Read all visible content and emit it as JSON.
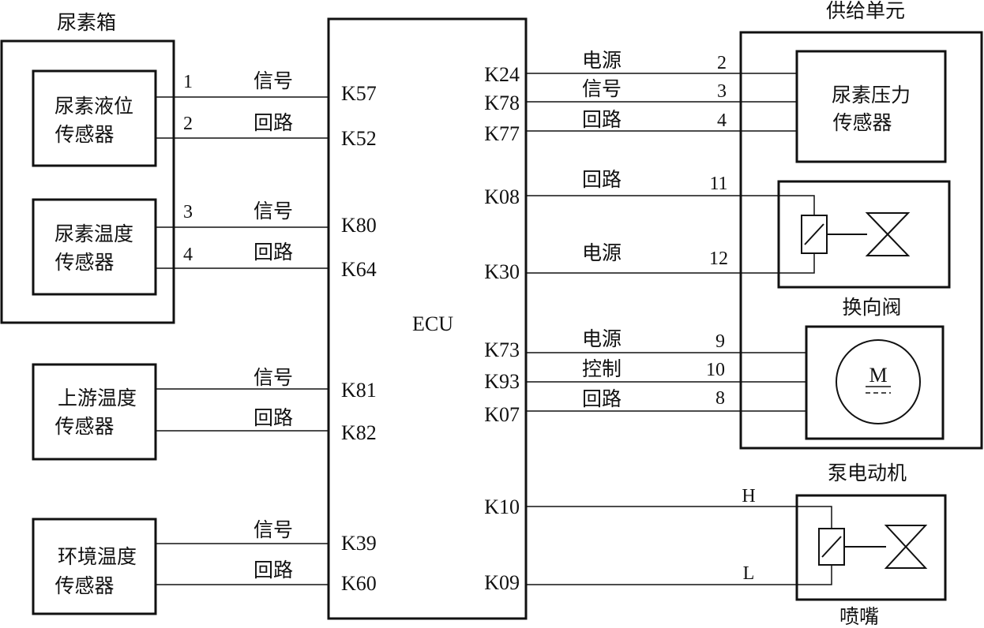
{
  "urea_tank": {
    "title": "尿素箱",
    "level_sensor": [
      "尿素液位",
      "传感器"
    ],
    "temp_sensor": [
      "尿素温度",
      "传感器"
    ]
  },
  "upstream_sensor": [
    "上游温度",
    "传感器"
  ],
  "ambient_sensor": [
    "环境温度",
    "传感器"
  ],
  "ecu": {
    "label": "ECU"
  },
  "left_wires": [
    {
      "num": "1",
      "name": "信号",
      "pin": "K57"
    },
    {
      "num": "2",
      "name": "回路",
      "pin": "K52"
    },
    {
      "num": "3",
      "name": "信号",
      "pin": "K80"
    },
    {
      "num": "4",
      "name": "回路",
      "pin": "K64"
    },
    {
      "num": "",
      "name": "信号",
      "pin": "K81"
    },
    {
      "num": "",
      "name": "回路",
      "pin": "K82"
    },
    {
      "num": "",
      "name": "信号",
      "pin": "K39"
    },
    {
      "num": "",
      "name": "回路",
      "pin": "K60"
    }
  ],
  "supply_unit": {
    "title": "供给单元",
    "pressure_sensor": [
      "尿素压力",
      "传感器"
    ],
    "reversing_valve": "换向阀"
  },
  "right_wires": [
    {
      "pin": "K24",
      "name": "电源",
      "num": "2"
    },
    {
      "pin": "K78",
      "name": "信号",
      "num": "3"
    },
    {
      "pin": "K77",
      "name": "回路",
      "num": "4"
    },
    {
      "pin": "K08",
      "name": "回路",
      "num": "11"
    },
    {
      "pin": "K30",
      "name": "电源",
      "num": "12"
    },
    {
      "pin": "K73",
      "name": "电源",
      "num": "9"
    },
    {
      "pin": "K93",
      "name": "控制",
      "num": "10"
    },
    {
      "pin": "K07",
      "name": "回路",
      "num": "8"
    },
    {
      "pin": "K10",
      "name": "",
      "num": "H"
    },
    {
      "pin": "K09",
      "name": "",
      "num": "L"
    }
  ],
  "pump_motor": {
    "title": "泵电动机",
    "symbol": "M"
  },
  "nozzle": {
    "title": "喷嘴"
  }
}
